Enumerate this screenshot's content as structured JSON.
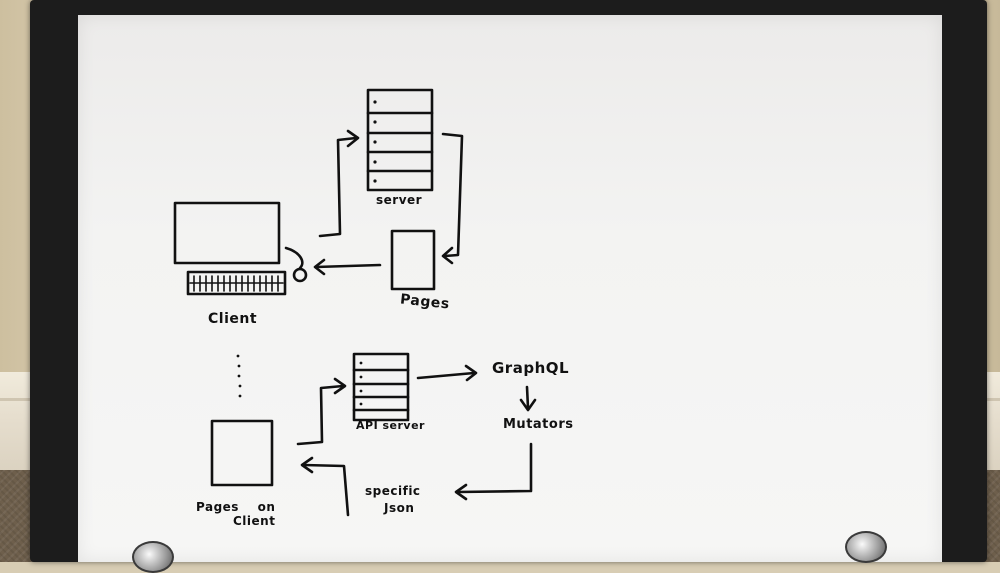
{
  "whiteboard": {
    "top_diagram": {
      "server_label": "server",
      "pages_label": "Pages",
      "client_label": "Client"
    },
    "bottom_diagram": {
      "api_server_label": "API server",
      "graphql_label": "GraphQL",
      "mutators_label": "Mutators",
      "specific_json_line1": "specific",
      "specific_json_line2": "Json",
      "pages_on_client_line1": "Pages    on",
      "pages_on_client_line2": "Client"
    }
  }
}
